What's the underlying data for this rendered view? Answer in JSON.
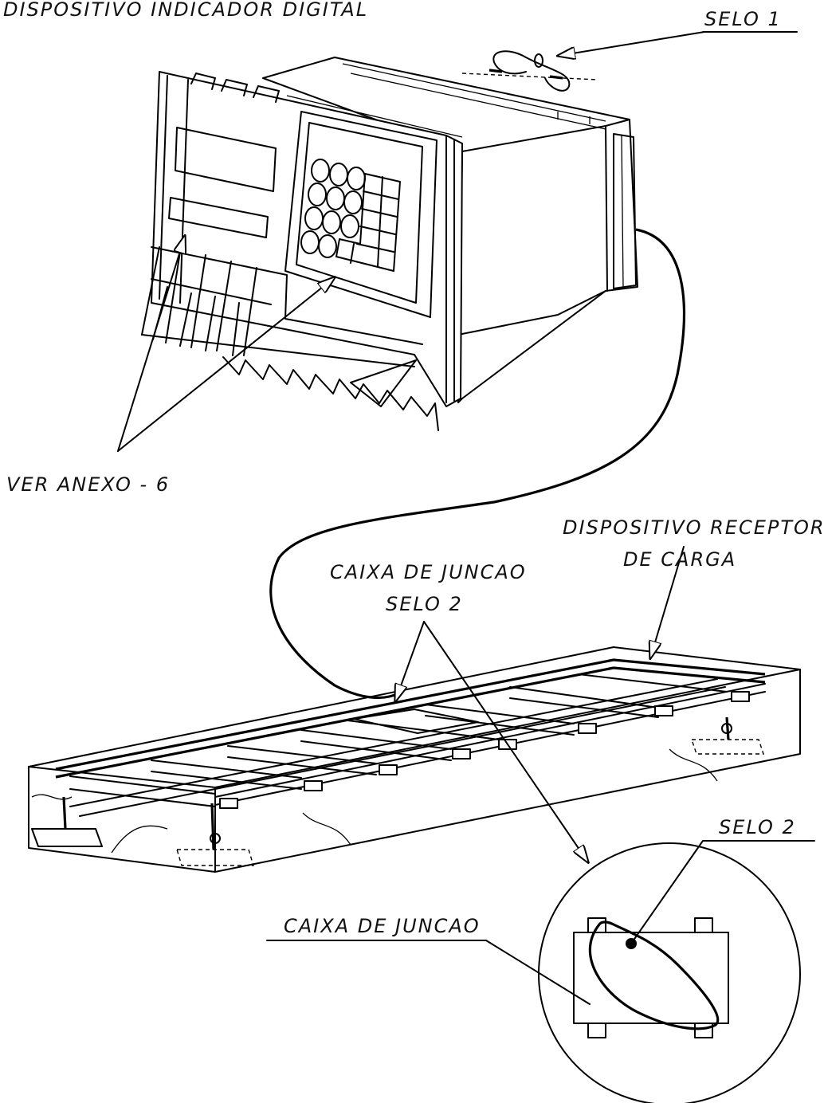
{
  "labels": {
    "indicator_title": "DISPOSITIVO INDICADOR DIGITAL",
    "seal_1": "SELO 1",
    "see_annex": "VER ANEXO - 6",
    "receiver_line1": "DISPOSITIVO RECEPTOR",
    "receiver_line2": "DE CARGA",
    "junction_box_top": "CAIXA DE JUNCAO",
    "seal_2_top": "SELO 2",
    "seal_2_detail": "SELO 2",
    "junction_box_detail": "CAIXA DE JUNCAO"
  }
}
